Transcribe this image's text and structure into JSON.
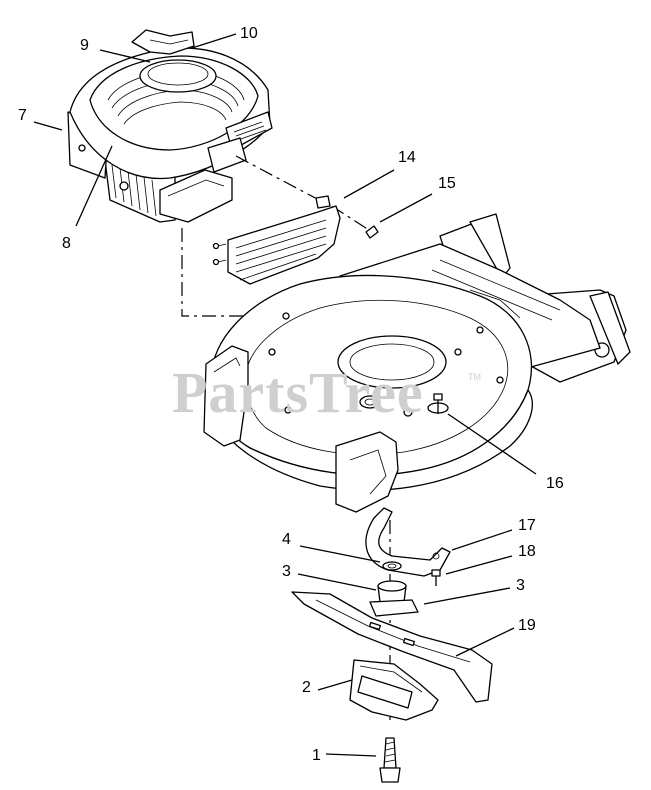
{
  "watermark": {
    "text": "PartsTree",
    "tm": "TM"
  },
  "callouts": {
    "c1": "1",
    "c2": "2",
    "c3a": "3",
    "c3b": "3",
    "c4": "4",
    "c7": "7",
    "c8": "8",
    "c9": "9",
    "c10": "10",
    "c14": "14",
    "c15": "15",
    "c16": "16",
    "c17": "17",
    "c18": "18",
    "c19": "19"
  }
}
